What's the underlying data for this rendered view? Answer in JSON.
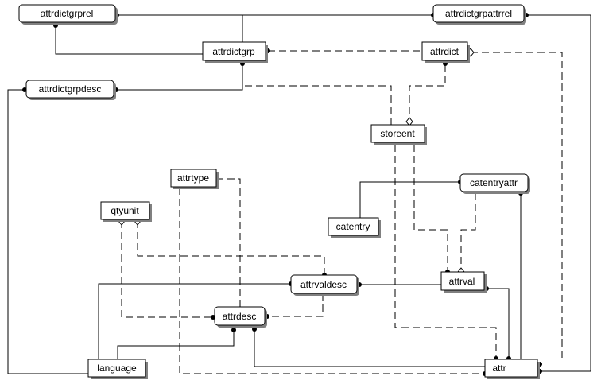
{
  "entities": {
    "attrdictgrprel": "attrdictgrprel",
    "attrdictgrppattrrel": "attrdictgrpattrrel",
    "attrdictgrp": "attrdictgrp",
    "attrdict": "attrdict",
    "attrdictgrpdesc": "attrdictgrpdesc",
    "storeent": "storeent",
    "attrtype": "attrtype",
    "catentryattr": "catentryattr",
    "qtyunit": "qtyunit",
    "catentry": "catentry",
    "attrvaldesc": "attrvaldesc",
    "attrval": "attrval",
    "attrdesc": "attrdesc",
    "language": "language",
    "attr": "attr"
  },
  "colors": {
    "line": "#000000",
    "box_fill": "#ffffff",
    "shadow": "#808080"
  }
}
